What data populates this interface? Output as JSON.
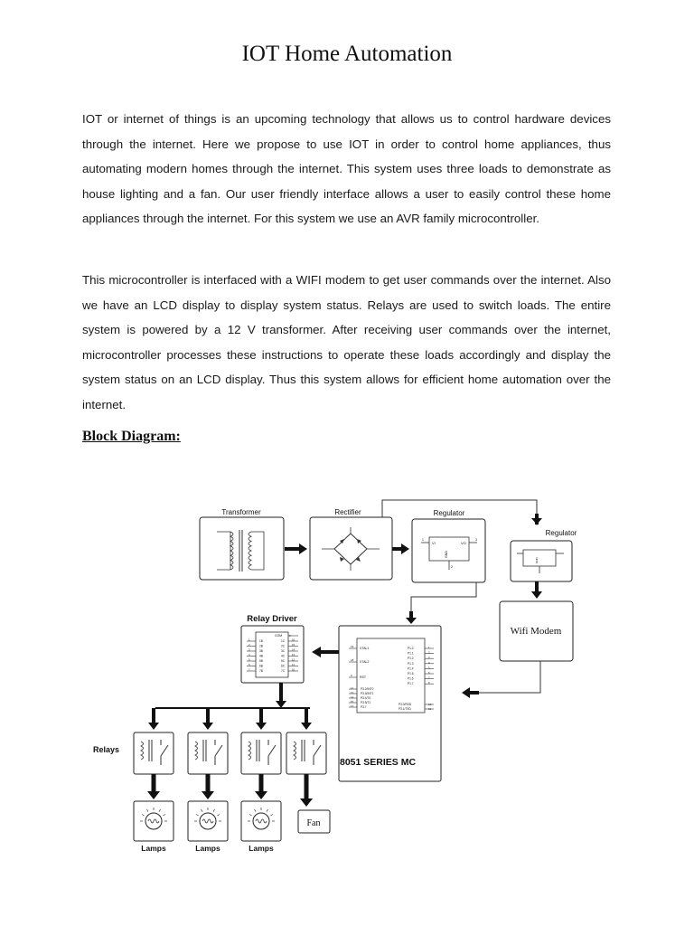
{
  "document": {
    "title": "IOT Home Automation",
    "paragraphs": [
      "IOT or internet of things is an upcoming technology that allows us to control hardware devices through the internet. Here we propose to use IOT in order to control home appliances, thus automating modern homes through the internet. This system uses three loads to demonstrate as house lighting and a fan. Our user friendly interface allows a user to easily control these home appliances through the internet. For this system we use an AVR family microcontroller.",
      "This microcontroller is interfaced with a WIFI modem to get user commands over the internet. Also we have an LCD display to display system status. Relays are used to switch loads. The entire system is powered by a 12 V transformer. After receiving user commands over the internet, microcontroller processes these instructions to operate these loads accordingly and display the system status on an LCD display. Thus this system allows for efficient home automation over the internet."
    ],
    "section_heading": "Block Diagram:"
  },
  "diagram": {
    "transformer": "Transformer",
    "rectifier": "Rectifier",
    "regulator_1": "Regulator",
    "regulator_2": "Regulator",
    "wifi_modem": "Wifi Modem",
    "relay_driver": "Relay Driver",
    "relays": "Relays",
    "mc": "8051 SERIES MC",
    "lamps": [
      "Lamps",
      "Lamps",
      "Lamps"
    ],
    "fan": "Fan",
    "ic_pins": {
      "vi": "VI",
      "vo": "VO",
      "gnd": "GND",
      "pin_1": "1",
      "pin_3": "3",
      "pin_2": "2"
    },
    "uln": {
      "com": "COM",
      "left_labels": [
        "1B",
        "2B",
        "3B",
        "4B",
        "5B",
        "6B",
        "7B"
      ],
      "right_labels": [
        "1C",
        "2C",
        "3C",
        "4C",
        "5C",
        "6C",
        "7C"
      ],
      "left_nums": [
        "1",
        "2",
        "3",
        "4",
        "5",
        "6",
        "7"
      ],
      "right_nums": [
        "16",
        "15",
        "14",
        "13",
        "12",
        "11",
        "10"
      ],
      "com_num": "9"
    },
    "mcu_pins": {
      "xtal1": "XTAL1",
      "xtal2": "XTAL2",
      "rst": "RST",
      "xtal1_num": "19",
      "xtal2_num": "18",
      "rst_num": "9",
      "p1": [
        "P1.0",
        "P1.1",
        "P1.2",
        "P1.3",
        "P1.4",
        "P1.5",
        "P1.6",
        "P1.7"
      ],
      "p1_nums": [
        "1",
        "2",
        "3",
        "4",
        "5",
        "6",
        "7",
        "8"
      ],
      "p3": [
        "P3.2/INT0",
        "P3.3/INT1",
        "P3.4/T0",
        "P3.5/T1",
        "P3.7"
      ],
      "p3_nums": [
        "12",
        "13",
        "14",
        "15",
        "17"
      ],
      "rxd": "P3.0/RXD",
      "txd": "P3.1/TXD",
      "rxd_num": "10",
      "txd_num": "11"
    }
  }
}
